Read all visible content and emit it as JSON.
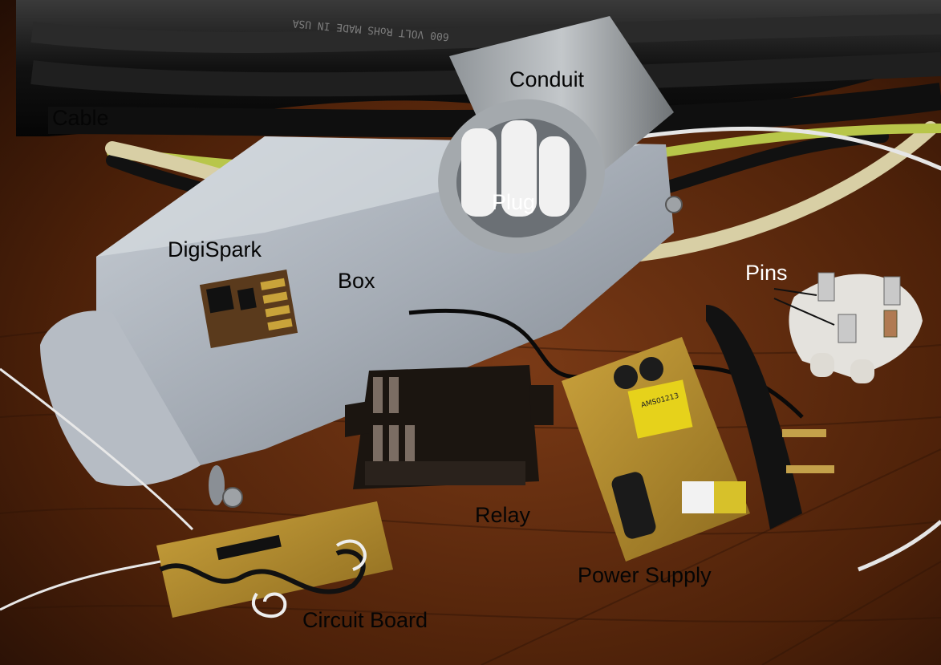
{
  "labels": {
    "conduit": "Conduit",
    "cable": "Cable",
    "plug": "Plug",
    "digispark": "DigiSpark",
    "box": "Box",
    "pins": "Pins",
    "relay": "Relay",
    "power_supply": "Power Supply",
    "circuit_board": "Circuit Board"
  },
  "cable_print": "600 VOLT RoHS MADE IN USA",
  "power_supply_marking": "AMS01213"
}
